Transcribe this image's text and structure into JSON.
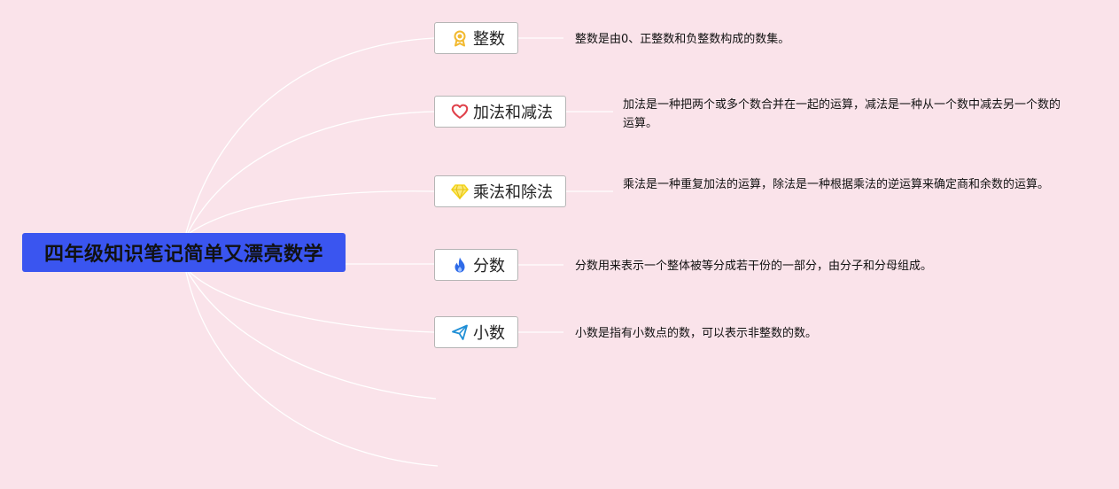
{
  "root": {
    "title": "四年级知识笔记简单又漂亮数学"
  },
  "topics": [
    {
      "label": "整数",
      "icon": "award-medal-icon",
      "icon_color": "#f2b92e",
      "note": "整数是由0、正整数和负整数构成的数集。"
    },
    {
      "label": "加法和减法",
      "icon": "heart-icon",
      "icon_color": "#e0414a",
      "note": "加法是一种把两个或多个数合并在一起的运算，减法是一种从一个数中减去另一个数的运算。"
    },
    {
      "label": "乘法和除法",
      "icon": "diamond-icon",
      "icon_color": "#f5d61c",
      "note": "乘法是一种重复加法的运算，除法是一种根据乘法的逆运算来确定商和余数的运算。"
    },
    {
      "label": "分数",
      "icon": "flame-icon",
      "icon_color": "#2f6be8",
      "note": "分数用来表示一个整体被等分成若干份的一部分，由分子和分母组成。"
    },
    {
      "label": "小数",
      "icon": "paper-plane-icon",
      "icon_color": "#1f8fd6",
      "note": "小数是指有小数点的数，可以表示非整数的数。"
    }
  ],
  "colors": {
    "background": "#fae3ea",
    "root_fill": "#3a55f0",
    "connector": "#ffffff",
    "topic_border": "#b5b5b5"
  }
}
